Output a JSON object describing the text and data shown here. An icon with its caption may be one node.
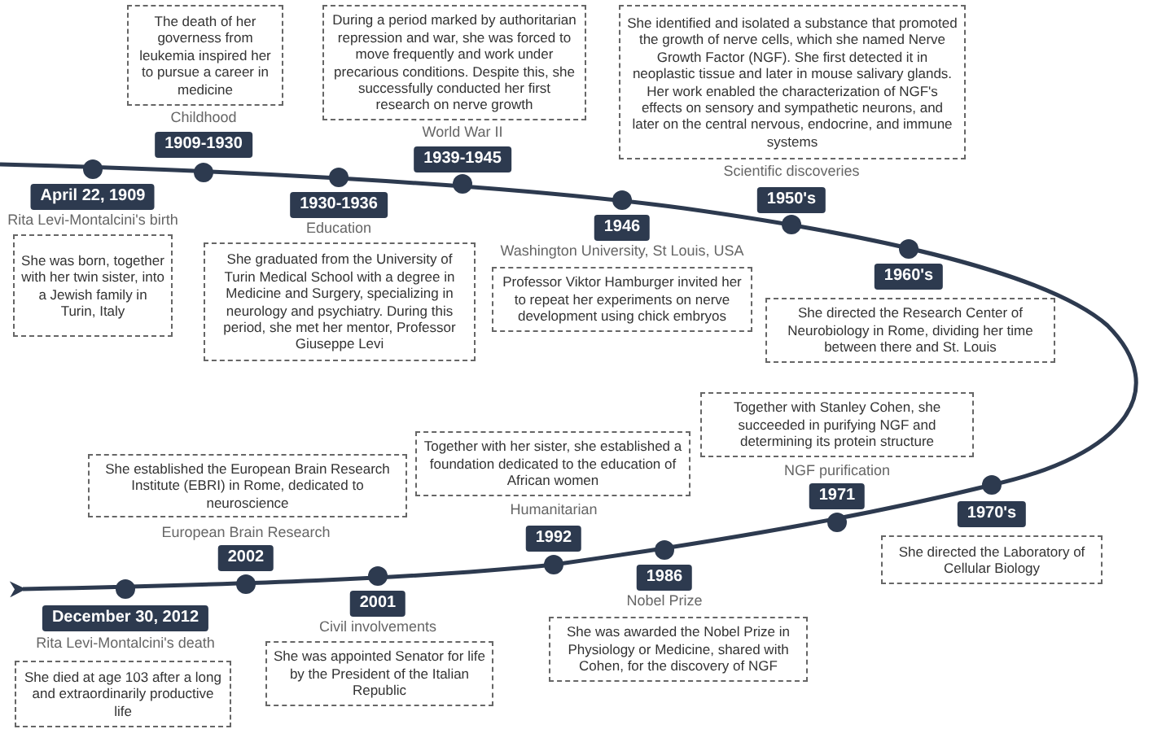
{
  "diagram": {
    "nodes": [
      {
        "text": [
          "April 22, 1909"
        ],
        "beside": [
          "Rita Levi-Montalcini's birth"
        ]
      },
      {
        "text": [
          "She was born, together with her twin sister, into a Jewish family in Turin, Italy"
        ]
      },
      {
        "text": [
          "1909-1930"
        ],
        "beside": [
          "Childhood"
        ]
      },
      {
        "text": [
          "The death of her governess from leukemia inspired her to pursue a career in medicine"
        ]
      },
      {
        "text": [
          "1930-1936"
        ],
        "beside": [
          "Education"
        ]
      },
      {
        "text": [
          "She graduated from the University of Turin Medical School with a degree in Medicine and Surgery, specializing in neurology and psychiatry. During this period, she met her mentor, Professor Giuseppe Levi"
        ]
      },
      {
        "text": [
          "1939-1945"
        ],
        "beside": [
          "World War II"
        ]
      },
      {
        "text": [
          "During a period marked by authoritarian repression and war, she was forced to move frequently and work under precarious conditions. Despite this, she successfully conducted her first research on nerve growth"
        ]
      },
      {
        "text": [
          "1946"
        ],
        "beside": [
          "Washington University, St Louis, USA"
        ]
      },
      {
        "text": [
          "Professor Viktor Hamburger invited her to repeat her experiments on nerve development using chick embryos"
        ]
      },
      {
        "text": [
          "1950's"
        ],
        "beside": [
          "Scientific discoveries"
        ]
      },
      {
        "text": [
          "She identified and isolated a substance that promoted the growth of nerve cells, which she named Nerve Growth Factor (NGF). She first detected it in neoplastic tissue and later in mouse salivary glands. Her work enabled the characterization of NGF's effects on sensory and sympathetic neurons, and later on the central nervous, endocrine, and immune systems"
        ]
      },
      {
        "text": [
          "1960's"
        ]
      },
      {
        "text": [
          "She directed the Research Center of Neurobiology in Rome, dividing her time between there and St. Louis"
        ]
      },
      {
        "text": [
          "1970's"
        ]
      },
      {
        "text": [
          "She directed the Laboratory of Cellular Biology"
        ]
      },
      {
        "text": [
          "1971"
        ],
        "beside": [
          "NGF purification"
        ]
      },
      {
        "text": [
          "Together with Stanley Cohen, she succeeded in purifying NGF and determining its protein structure"
        ]
      },
      {
        "text": [
          "1986"
        ],
        "beside": [
          "Nobel Prize"
        ]
      },
      {
        "text": [
          "She was awarded the Nobel Prize in Physiology or Medicine, shared with Cohen, for the discovery of NGF"
        ]
      },
      {
        "text": [
          "1992"
        ],
        "beside": [
          "Humanitarian"
        ]
      },
      {
        "text": [
          "Together with her sister, she established a foundation dedicated to the education of African women"
        ]
      },
      {
        "text": [
          "2001"
        ],
        "beside": [
          "Civil involvements"
        ]
      },
      {
        "text": [
          "She was appointed Senator for life by the President of the Italian Republic"
        ]
      },
      {
        "text": [
          "2002"
        ],
        "beside": [
          "European Brain Research"
        ]
      },
      {
        "text": [
          "She established the European Brain Research Institute (EBRI) in Rome, dedicated to neuroscience"
        ]
      },
      {
        "text": [
          "December 30, 2012"
        ],
        "beside": [
          "Rita Levi-Montalcini's death"
        ]
      },
      {
        "text": [
          "She died at age 103 after a long and extraordinarily productive life"
        ]
      }
    ]
  }
}
